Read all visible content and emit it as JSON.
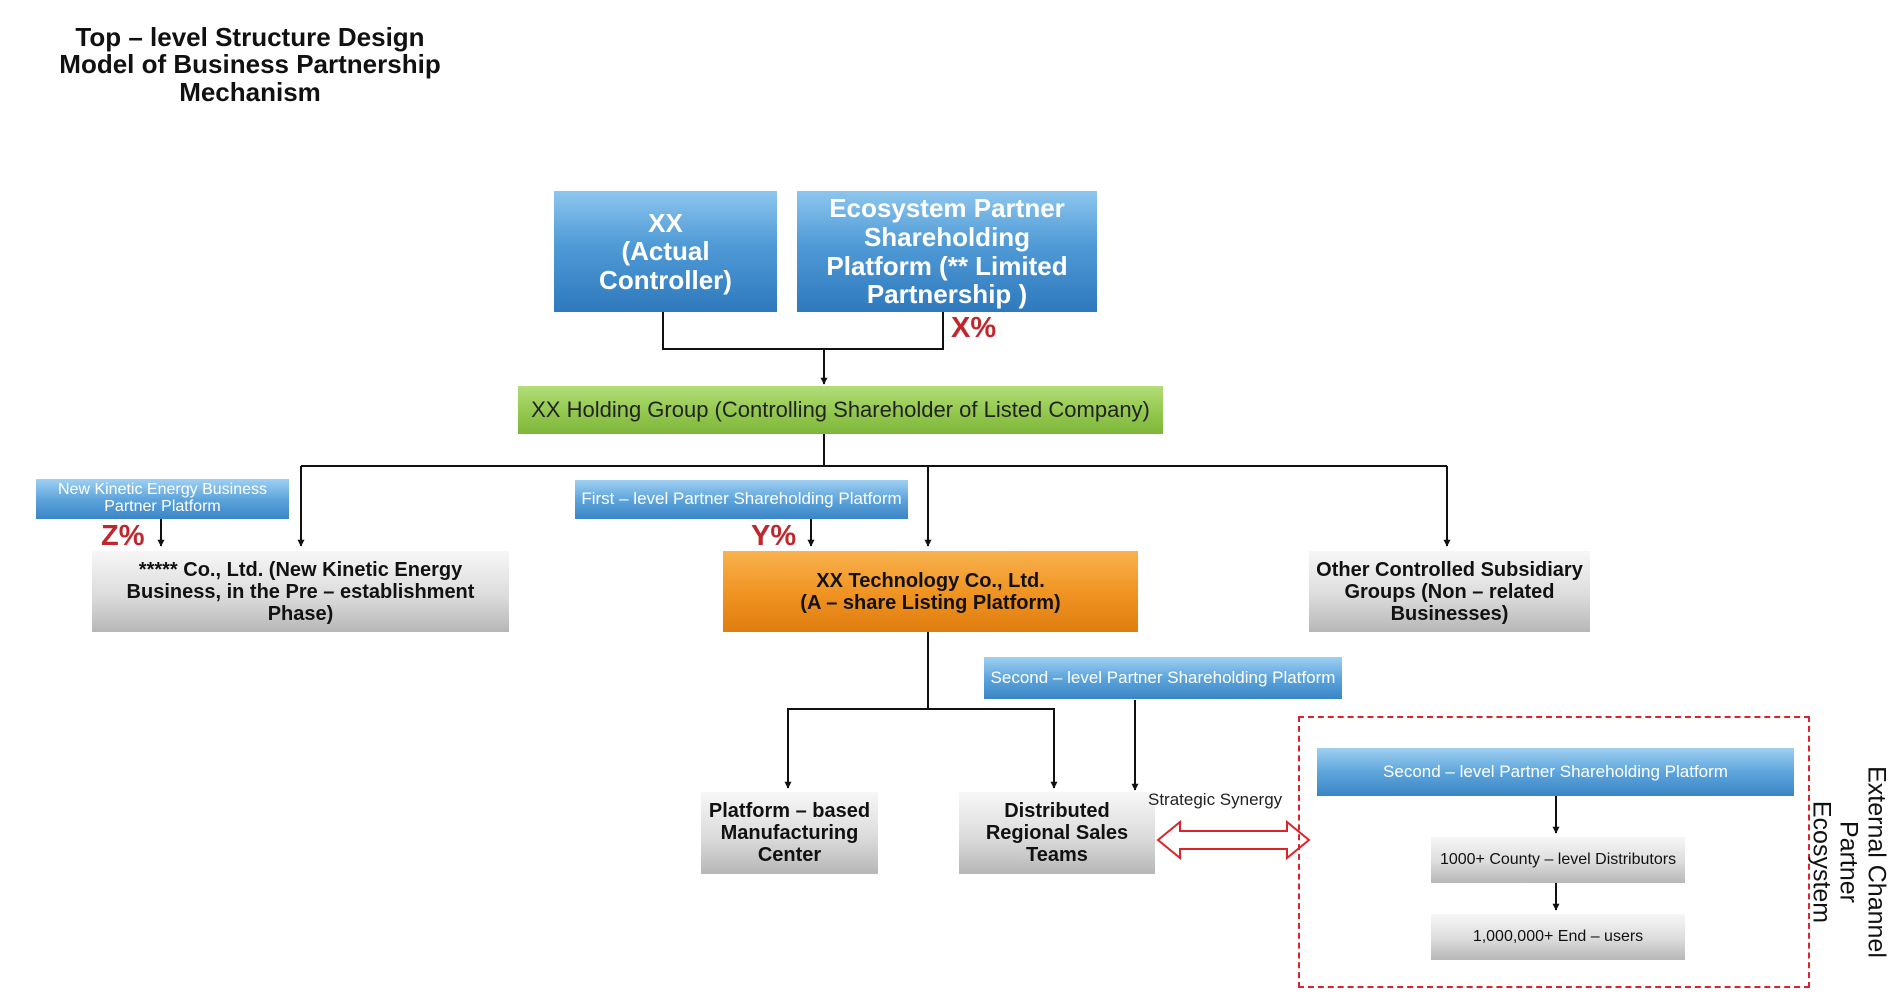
{
  "title": {
    "lines": [
      "Top – level Structure Design",
      "Model of Business Partnership",
      "Mechanism"
    ]
  },
  "nodes": {
    "actual_controller": {
      "lines": [
        "XX",
        "(Actual Controller)"
      ]
    },
    "ecosystem_platform": {
      "lines": [
        "Ecosystem Partner",
        "Shareholding",
        "Platform (** Limited",
        "Partnership )"
      ]
    },
    "holding_group": {
      "label": "XX Holding Group (Controlling Shareholder of Listed Company)"
    },
    "new_kinetic_platform": {
      "lines": [
        "New Kinetic Energy Business",
        "Partner Platform"
      ]
    },
    "first_level_platform": {
      "label": "First – level Partner Shareholding Platform"
    },
    "new_kinetic_company": {
      "lines": [
        "***** Co., Ltd. (New Kinetic Energy",
        "Business, in the Pre – establishment",
        "Phase)"
      ]
    },
    "xx_technology": {
      "lines": [
        "XX Technology Co., Ltd.",
        "(A – share Listing Platform)"
      ]
    },
    "other_subsidiaries": {
      "lines": [
        "Other Controlled Subsidiary",
        "Groups (Non – related",
        "Businesses)"
      ]
    },
    "second_level_platform": {
      "label": "Second – level Partner Shareholding Platform"
    },
    "manufacturing_center": {
      "lines": [
        "Platform – based",
        "Manufacturing",
        "Center"
      ]
    },
    "sales_teams": {
      "lines": [
        "Distributed",
        "Regional Sales",
        "Teams"
      ]
    },
    "ext_second_level_platform": {
      "label": "Second – level Partner Shareholding Platform"
    },
    "county_distributors": {
      "label": "1000+ County – level Distributors"
    },
    "end_users": {
      "label": "1,000,000+ End – users"
    }
  },
  "percentages": {
    "x": "X%",
    "y": "Y%",
    "z": "Z%"
  },
  "synergy_label": "Strategic Synergy",
  "ecosystem_label": {
    "lines": [
      "External Channel Partner",
      "Ecosystem"
    ]
  },
  "colors": {
    "top_blue": "#3f8ccf",
    "holding_green": "#8fc44a",
    "listed_orange": "#ee8e1c",
    "grey_box": "#d4d4d4",
    "percent_red": "#c0272d",
    "frame_red": "#d9242b"
  }
}
